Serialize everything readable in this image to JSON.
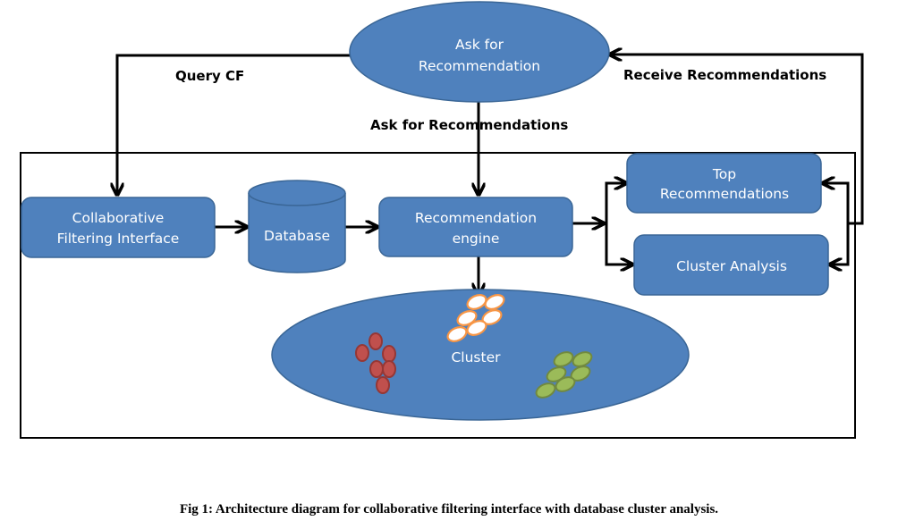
{
  "colors": {
    "node_fill": "#4f81bd",
    "node_stroke": "#3a6696",
    "edge": "#000000",
    "cluster_orange_stroke": "#f79646",
    "cluster_orange_fill": "#ffffff",
    "cluster_red_fill": "#c0504d",
    "cluster_red_stroke": "#953735",
    "cluster_green_fill": "#9bbb59",
    "cluster_green_stroke": "#71893f"
  },
  "nodes": {
    "ask": {
      "line1": "Ask for",
      "line2": "Recommendation"
    },
    "cf_interface": {
      "line1": "Collaborative",
      "line2": "Filtering Interface"
    },
    "database": {
      "label": "Database"
    },
    "engine": {
      "line1": "Recommendation",
      "line2": "engine"
    },
    "top_recs": {
      "line1": "Top",
      "line2": "Recommendations"
    },
    "cluster_analysis": {
      "label": "Cluster Analysis"
    },
    "cluster": {
      "label": "Cluster"
    }
  },
  "edges": {
    "query_cf": "Query CF",
    "ask_for_recs": "Ask for Recommendations",
    "receive_recs": "Receive Recommendations"
  },
  "caption": "Fig 1: Architecture diagram for collaborative filtering interface with database cluster analysis."
}
